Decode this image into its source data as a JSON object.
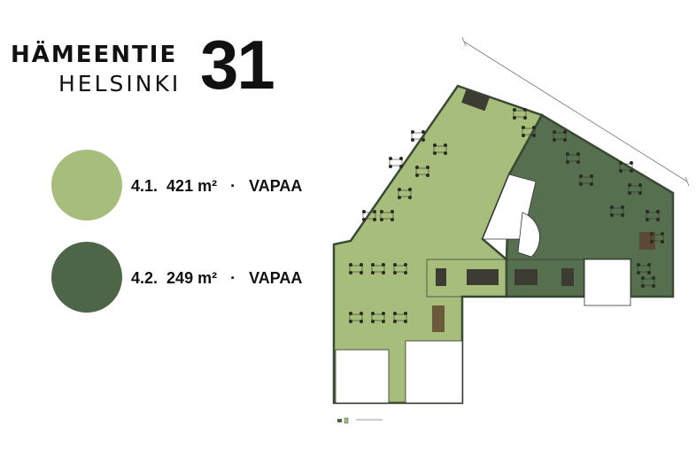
{
  "logo": {
    "name": "HÄMEENTIE",
    "city": "HELSINKI",
    "number": "31"
  },
  "legend": [
    {
      "id": "4.1.",
      "area": "421 m²",
      "status": "VAPAA",
      "color": "#a6bd7c"
    },
    {
      "id": "4.2.",
      "area": "249 m²",
      "status": "VAPAA",
      "color": "#4e6648"
    }
  ],
  "plan": {
    "colors": {
      "space_4_1": "#a6bd7c",
      "space_4_2": "#566f4f",
      "wall": "#3a4a33",
      "core": "#ffffff"
    }
  }
}
